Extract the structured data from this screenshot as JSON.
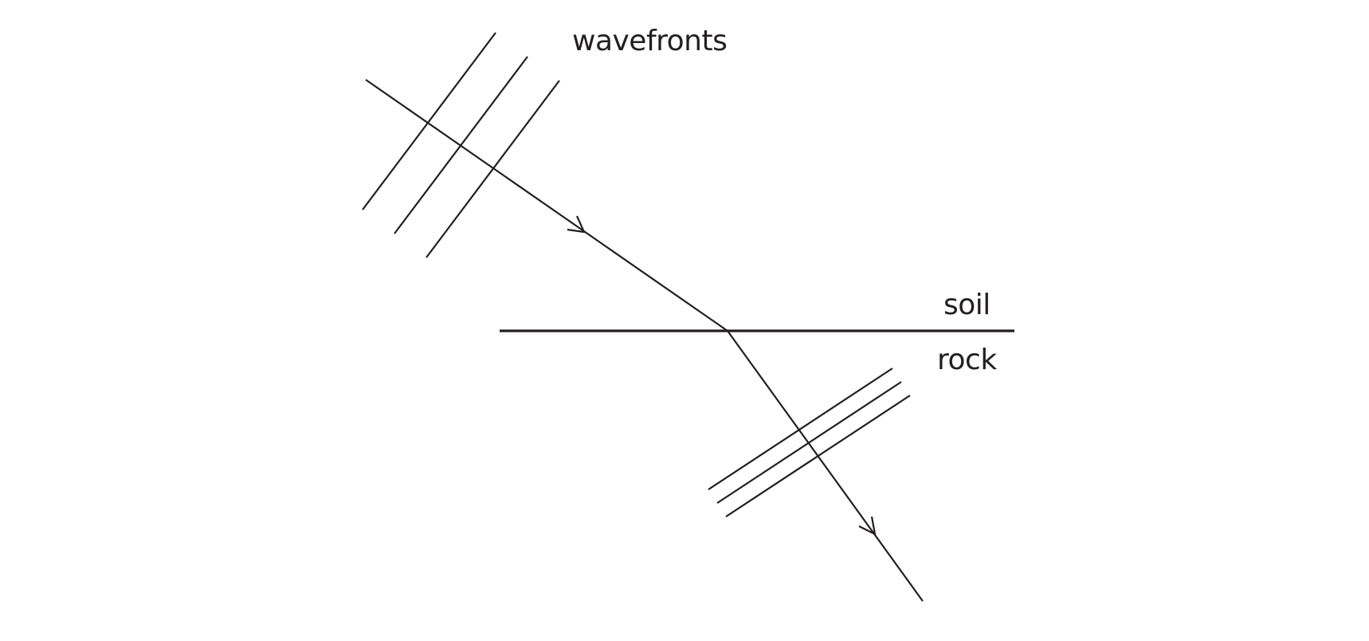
{
  "labels": {
    "wavefronts": "wavefronts",
    "upper_medium": "soil",
    "lower_medium": "rock"
  },
  "colors": {
    "stroke": "#231f20",
    "background": "#ffffff"
  }
}
